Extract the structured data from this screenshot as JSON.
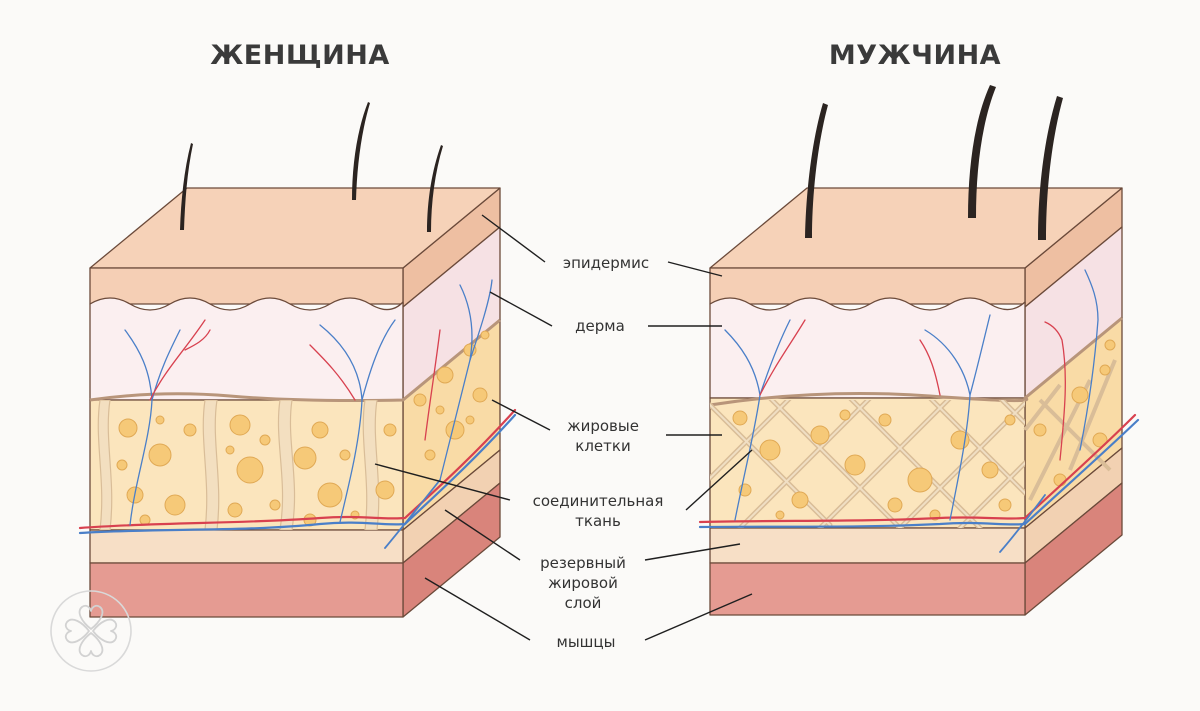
{
  "titles": {
    "left": "ЖЕНЩИНА",
    "right": "МУЖЧИНА"
  },
  "labels": {
    "epidermis": "эпидермис",
    "dermis": "дерма",
    "fat_cells_1": "жировые",
    "fat_cells_2": "клетки",
    "connective_1": "соединительная",
    "connective_2": "ткань",
    "reserve_1": "резервный",
    "reserve_2": "жировой",
    "reserve_3": "слой",
    "muscles": "мышцы"
  },
  "colors": {
    "epidermis": "#f5cfb5",
    "dermis": "#fbeff0",
    "fat": "#fbe5bd",
    "fat_cell": "#f6c978",
    "connective": "#e8cda6",
    "reserve": "#f7dfc6",
    "muscle": "#e59b92",
    "artery": "#d8414f",
    "vein": "#4a7fc8",
    "hair": "#2b2421",
    "outline": "#6b4a3a"
  }
}
